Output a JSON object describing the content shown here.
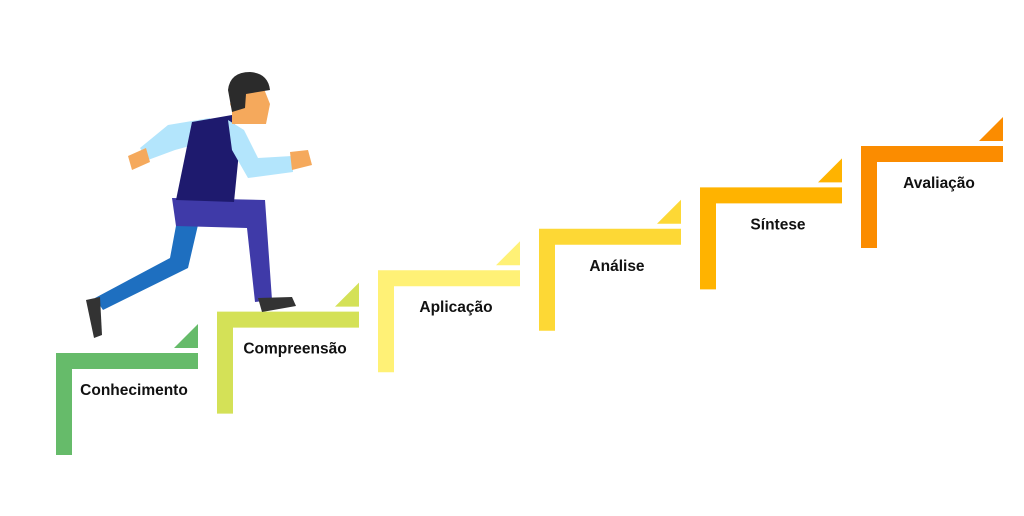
{
  "steps": [
    {
      "label": "Conhecimento",
      "color": "#66bb6a"
    },
    {
      "label": "Compreensão",
      "color": "#d4e157"
    },
    {
      "label": "Aplicação",
      "color": "#fff176"
    },
    {
      "label": "Análise",
      "color": "#fdd835"
    },
    {
      "label": "Síntese",
      "color": "#ffb300"
    },
    {
      "label": "Avaliação",
      "color": "#fb8c00"
    }
  ],
  "figure": {
    "skin": "#f5a95c",
    "hair": "#2b2b2b",
    "shirt": "#b3e5fc",
    "vest": "#1e1a6e",
    "pants_front": "#3f3aa8",
    "pants_back": "#1e6fc0",
    "shoe": "#333333"
  }
}
